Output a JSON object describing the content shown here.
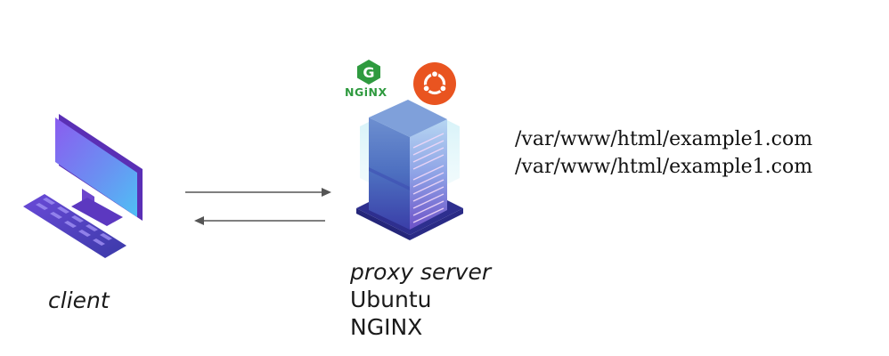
{
  "client": {
    "label": "client",
    "icon": "desktop-computer-icon"
  },
  "server": {
    "role": "proxy server",
    "os": "Ubuntu",
    "software": "NGINX",
    "icon": "server-tower-icon",
    "logos": {
      "nginx_text": "NGiNX",
      "nginx_color": "#2f9a3f",
      "ubuntu_color": "#e95420"
    }
  },
  "document_roots": [
    "/var/www/html/example1.com",
    "/var/www/html/example1.com"
  ],
  "colors": {
    "arrow": "#555555",
    "server_top": "#5f83c8",
    "server_base": "#3b3f9e",
    "monitor": "#7a3fd6"
  }
}
